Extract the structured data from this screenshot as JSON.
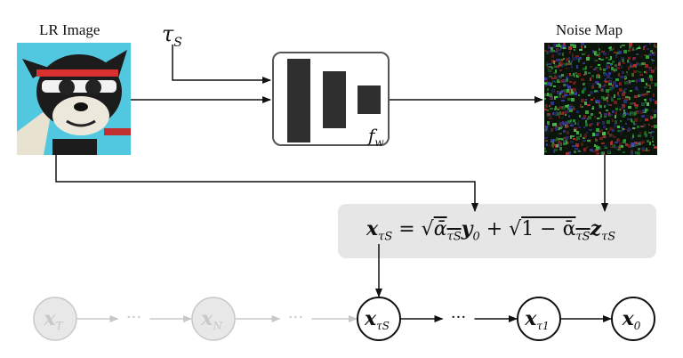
{
  "labels": {
    "lr_image": "LR Image",
    "noise_map": "Noise Map",
    "tau_s": "τ",
    "tau_s_sub": "S",
    "network": "f",
    "network_sub": "w"
  },
  "equation": {
    "lhs": "x",
    "lhs_sub": "τS",
    "eq": " = ",
    "term1_coef": "ᾱ",
    "term1_sub": "τS",
    "term1_var": "y",
    "term1_var_sub": "0",
    "plus": " + ",
    "term2_coef": "1 − ᾱ",
    "term2_sub": "τS",
    "term2_var": "z",
    "term2_var_sub": "τS"
  },
  "chain": {
    "nodes": [
      {
        "main": "x",
        "sub": "T",
        "active": false
      },
      {
        "main": "x",
        "sub": "N",
        "active": false
      },
      {
        "main": "x",
        "sub": "τS",
        "active": true
      },
      {
        "main": "x",
        "sub": "τ1",
        "active": true
      },
      {
        "main": "x",
        "sub": "0",
        "active": true
      }
    ],
    "ellipsis": "···"
  },
  "colors": {
    "active": "#111111",
    "inactive": "#c8c8c8",
    "equation_box": "#e6e6e6"
  }
}
